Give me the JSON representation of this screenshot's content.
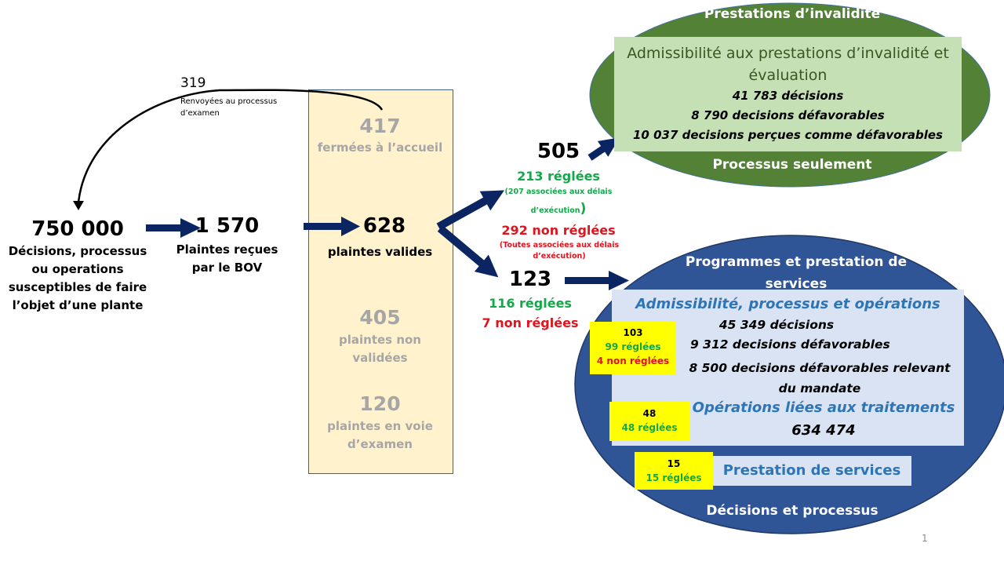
{
  "colors": {
    "arrow": "#0b2462",
    "green_ellipse": "#538135",
    "blue_ellipse": "#2f5597",
    "light_green_box": "#c5e0b4",
    "light_blue_box": "#dae3f3",
    "tan_box": "#fff2cc",
    "yellow_box": "#ffff00",
    "settled_green": "#14a84a",
    "unsettled_red": "#e0141e"
  },
  "return_loop": {
    "value": "319",
    "label": "Renvoyées au processus d’examen"
  },
  "start": {
    "value": "750 000",
    "label": "Décisions, processus ou operations susceptibles de faire l’objet d’une plante"
  },
  "received": {
    "value": "1 570",
    "label": "Plaintes reçues par le BOV"
  },
  "intake_column": {
    "closed": {
      "value": "417",
      "label": "fermées à l’accueil"
    },
    "valid": {
      "value": "628",
      "label": "plaintes valides"
    },
    "invalid": {
      "value": "405",
      "label": "plaintes non validées"
    },
    "in_review": {
      "value": "120",
      "label": "plaintes en voie d’examen"
    }
  },
  "branch_disability": {
    "value": "505",
    "settled": "213 réglées",
    "settled_note_a": "(207 associées aux délais",
    "settled_note_b": "d’exécution",
    "settled_note_paren": ")",
    "unsettled": "292 non réglées",
    "unsettled_note": "(Toutes associées aux délais d’exécution)"
  },
  "branch_programs": {
    "value": "123",
    "settled": "116 réglées",
    "unsettled": "7 non réglées"
  },
  "disability_ellipse": {
    "title": "Prestations d’invalidité",
    "box_title": "Admissibilité aux prestations d’invalidité et évaluation",
    "lines": [
      "41 783  décisions",
      "8 790 decisions  défavorables",
      "10 037 decisions  perçues  comme  défavorables"
    ],
    "footer": "Processus seulement"
  },
  "programs_ellipse": {
    "title": "Programmes et prestation de services",
    "section1": {
      "title": "Admissibilité, processus et opérations",
      "lines": [
        "45 349  décisions",
        "9 312 decisions  défavorables",
        "8 500 decisions  défavorables  relevant du mandate"
      ]
    },
    "section2": {
      "title": "Opérations liées aux traitements",
      "value": "634 474"
    },
    "section3": {
      "title": "Prestation de services"
    },
    "footer": "Décisions et processus",
    "yellow_boxes": [
      {
        "total": "103",
        "settled": "99 réglées",
        "unsettled": "4 non réglées"
      },
      {
        "total": "48",
        "settled": "48 réglées"
      },
      {
        "total": "15",
        "settled": "15 réglées"
      }
    ]
  },
  "slide_number": "1"
}
